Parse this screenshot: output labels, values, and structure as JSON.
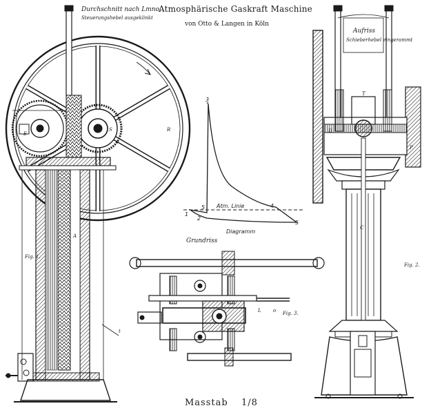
{
  "plate": {
    "title": "Atmosphärische Gaskraft Maschine",
    "subtitle": "von Otto & Langen in Köln",
    "section_note_line1": "Durchschnitt nach Lmno,",
    "section_note_line2": "Steuerungshebel ausgeklinkt",
    "elevation_note_line1": "Aufriss",
    "elevation_note_line2": "Schieberhebel eingerammt",
    "plan_title": "Grundriss",
    "fig1": "Fig. 1.",
    "fig2": "Fig. 2.",
    "fig3": "Fig. 3.",
    "scale_text": "Masstab",
    "scale_ratio": "1/8"
  },
  "diagram": {
    "title": "Diagramm",
    "atm_line": "Atm. Linie",
    "points": [
      "1",
      "2",
      "3",
      "4",
      "5",
      "5"
    ]
  },
  "letters": {
    "R": "R",
    "S": "S",
    "A": "A",
    "C": "C",
    "T": "T",
    "L": "L",
    "o": "o",
    "E": "E",
    "D": "D",
    "t": "t",
    "P": "P"
  },
  "colors": {
    "ink": "#1a1a1a",
    "paper": "#ffffff"
  }
}
